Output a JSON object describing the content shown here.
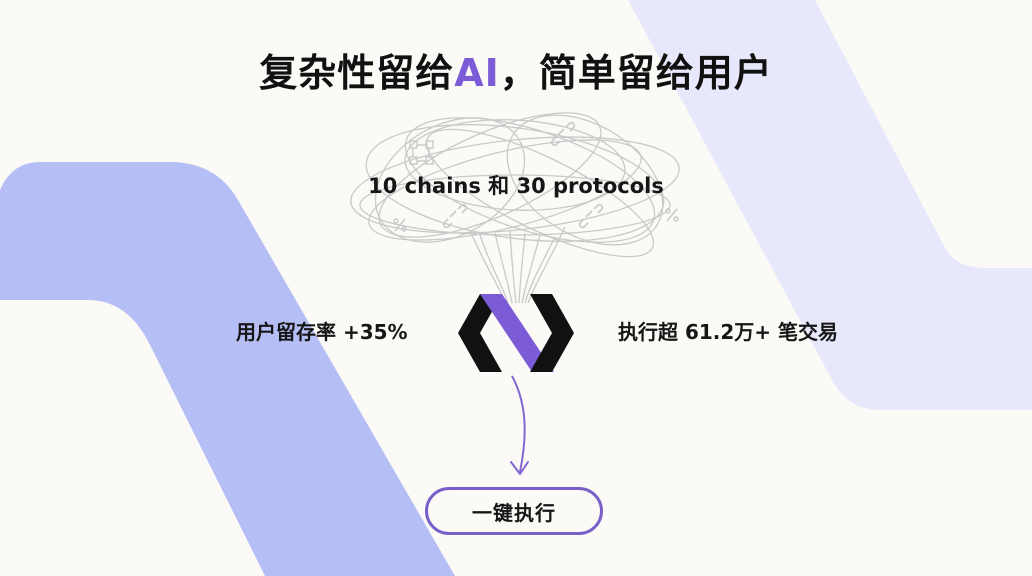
{
  "title": {
    "prefix": "复杂性留给",
    "accent": "AI",
    "suffix": "，简单留给用户"
  },
  "chains_label": "10 chains 和 30 protocols",
  "stats": {
    "left": "用户留存率 +35%",
    "right": "执行超 61.2万+ 笔交易"
  },
  "action_button": "一键执行",
  "colors": {
    "accent": "#7b5cd6",
    "stripe_left": "#b6bff5",
    "stripe_right": "#e7e8fb",
    "logo_dark": "#111111",
    "logo_purple": "#7b5cd6",
    "button_border": "#7a5fc8",
    "arrow": "#8468d0",
    "knot_lines": "#c9c9c9"
  },
  "icons": [
    "link-icon",
    "percent-icon",
    "node-graph-icon"
  ]
}
